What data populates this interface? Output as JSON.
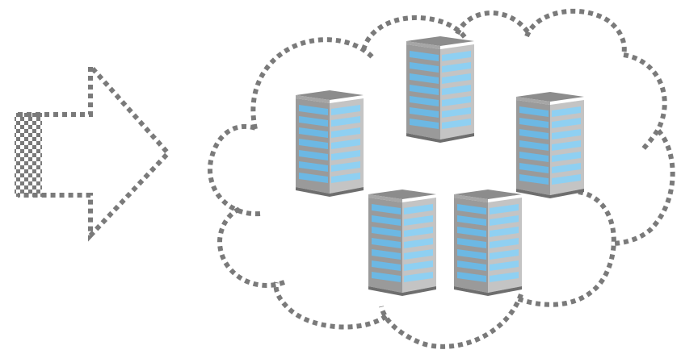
{
  "diagram": {
    "elements": [
      {
        "kind": "arrow",
        "icon": "dotted-right-arrow-icon",
        "direction": "right"
      },
      {
        "kind": "cloud",
        "icon": "dotted-cloud-icon"
      },
      {
        "kind": "building",
        "icon": "office-building-icon",
        "count": 5
      }
    ]
  },
  "colors": {
    "dots": "#7a7a7a",
    "building_top": "#8c8c8c",
    "building_top_light": "#a6a6a6",
    "building_front": "#9a9a9a",
    "building_side": "#c4c4c4",
    "window": "#8fd0f2",
    "window_dark": "#6cb8e4",
    "base": "#6e6e6e"
  }
}
